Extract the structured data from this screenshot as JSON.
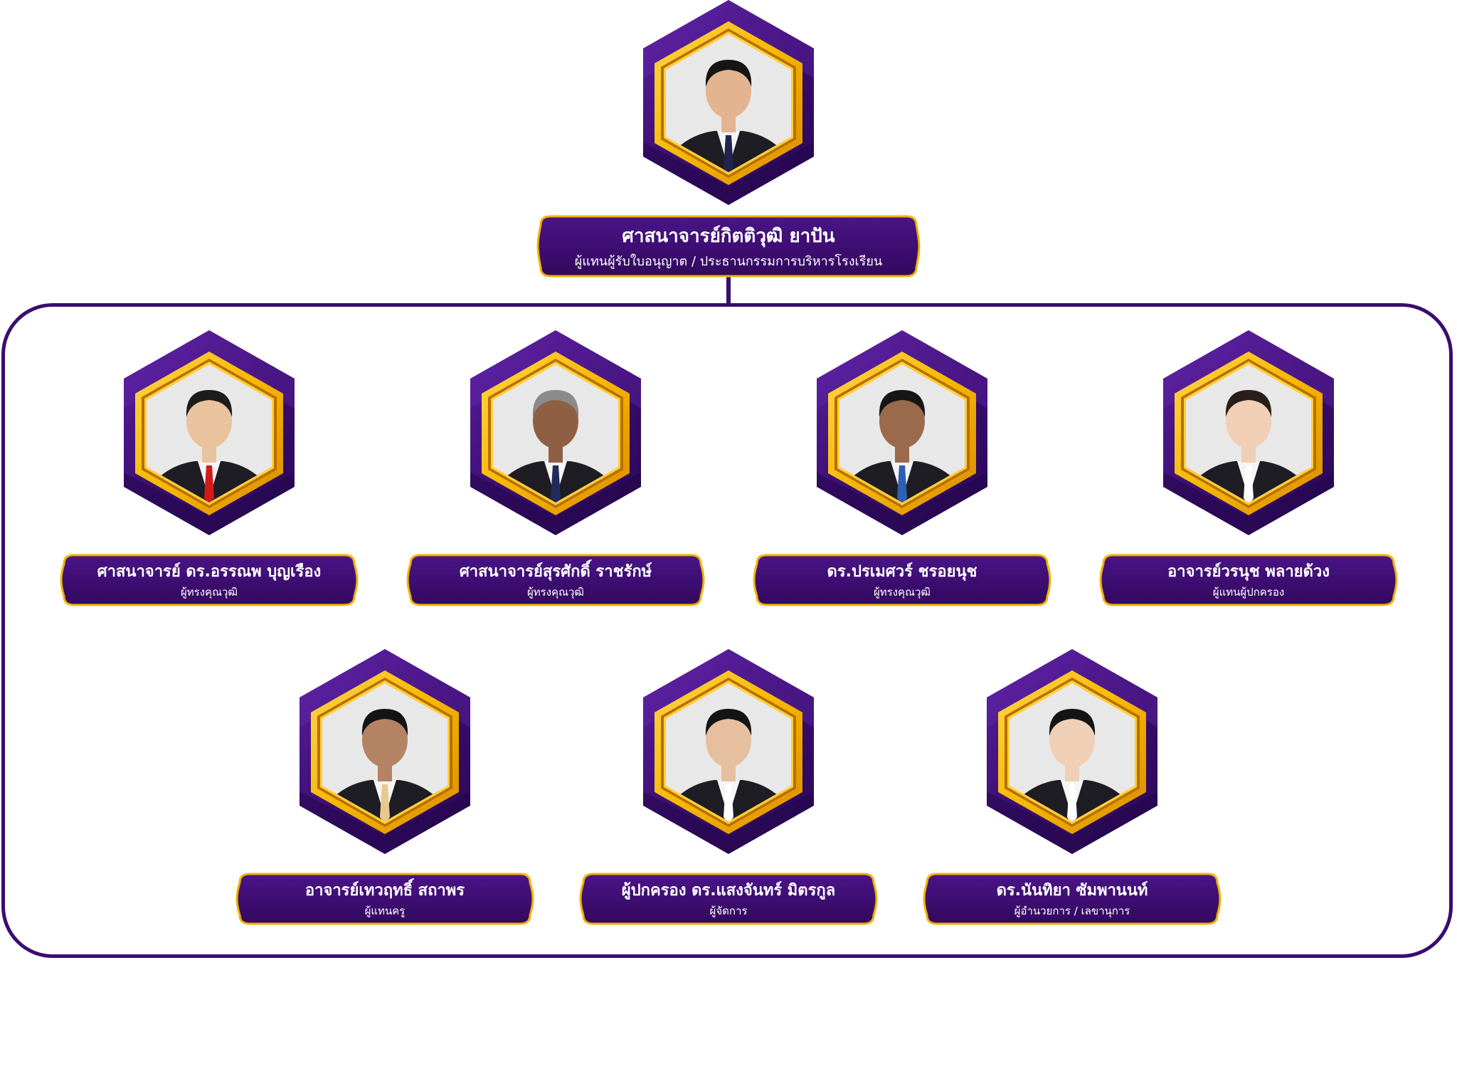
{
  "chart": {
    "top": {
      "name": "ศาสนาจารย์กิตติวุฒิ ยาปัน",
      "role": "ผู้แทนผู้รับใบอนุญาต / ประธานกรรมการบริหารโรงเรียน"
    },
    "row1": [
      {
        "name": "ศาสนาจารย์ ดร.อรรณพ บุญเรือง",
        "role": "ผู้ทรงคุณวุฒิ",
        "tie": "#d11a1a",
        "skin": "#e9c29e",
        "hair": "#1c1c1c"
      },
      {
        "name": "ศาสนาจารย์สุรศักดิ์ ราชรักษ์",
        "role": "ผู้ทรงคุณวุฒิ",
        "tie": "#222a5c",
        "skin": "#8f5f44",
        "hair": "#8a8a8a"
      },
      {
        "name": "ดร.ปรเมศวร์ ชรอยนุช",
        "role": "ผู้ทรงคุณวุฒิ",
        "tie": "#2d5fb5",
        "skin": "#9b6a4c",
        "hair": "#161616"
      },
      {
        "name": "อาจารย์วรนุช พลายด้วง",
        "role": "ผู้แทนผู้ปกครอง",
        "tie": "#ffffff",
        "skin": "#f0cfb6",
        "hair": "#2a1e18"
      }
    ],
    "row2": [
      {
        "name": "อาจารย์เทวฤทธิ์ สถาพร",
        "role": "ผู้แทนครู",
        "tie": "#e8c98f",
        "skin": "#b48363",
        "hair": "#141414"
      },
      {
        "name": "ผู้ปกครอง ดร.แสงจันทร์ มิตรกูล",
        "role": "ผู้จัดการ",
        "tie": "#ffffff",
        "skin": "#e6bf9e",
        "hair": "#141414"
      },
      {
        "name": "ดร.นันทิยา ซัมพานนท์",
        "role": "ผู้อำนวยการ / เลขานุการ",
        "tie": "#ffffff",
        "skin": "#efcfb6",
        "hair": "#141414"
      }
    ],
    "top_portrait": {
      "tie": "#23234f",
      "skin": "#e3b48f",
      "hair": "#151515"
    },
    "colors": {
      "purple": "#3a0d6e",
      "purple_light": "#5a1fa0",
      "gold": "#f6b800",
      "gold_dark": "#d98a00",
      "plate_border": "#f0b400",
      "photo_bg": "#e8e8e8",
      "suit": "#1d1d23"
    }
  }
}
